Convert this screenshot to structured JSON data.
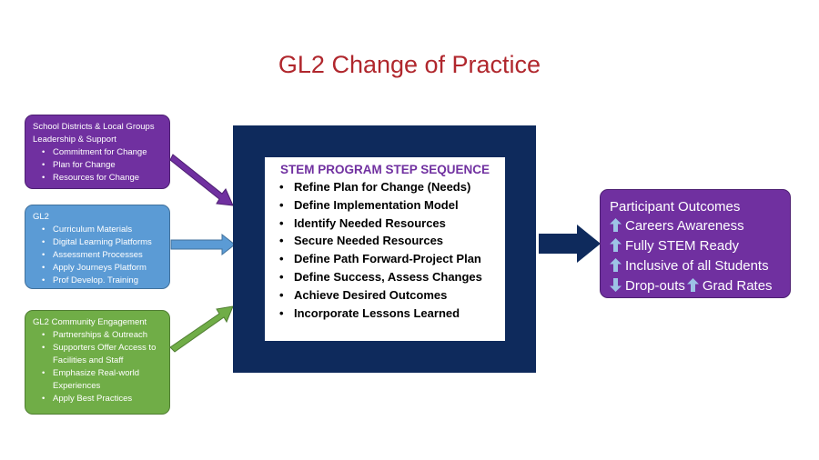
{
  "title": "GL2 Change of Practice",
  "leadership": {
    "heading": "School Districts & Local Groups Leadership & Support",
    "items": [
      "Commitment for Change",
      "Plan for Change",
      "Resources for Change"
    ]
  },
  "gl2": {
    "heading": "GL2",
    "items": [
      "Curriculum Materials",
      "Digital Learning Platforms",
      "Assessment Processes",
      "Apply Journeys Platform",
      "Prof Develop. Training"
    ]
  },
  "community": {
    "heading": "GL2 Community Engagement",
    "items": [
      "Partnerships & Outreach",
      "Supporters Offer Access to Facilities and Staff",
      "Emphasize Real-world Experiences",
      "Apply Best Practices"
    ]
  },
  "sequence": {
    "title": "STEM PROGRAM STEP SEQUENCE",
    "steps": [
      "Refine Plan for Change (Needs)",
      "Define Implementation Model",
      "Identify Needed Resources",
      "Secure Needed Resources",
      "Define Path Forward-Project Plan",
      "Define Success, Assess Changes",
      "Achieve Desired Outcomes",
      "Incorporate Lessons Learned"
    ]
  },
  "outcomes": {
    "heading": "Participant Outcomes",
    "rows": [
      {
        "pre": "",
        "icon": "up-arrow-icon",
        "text": "Careers Awareness"
      },
      {
        "pre": "",
        "icon": "up-arrow-icon",
        "text": "Fully STEM Ready"
      },
      {
        "pre": "",
        "icon": "up-arrow-icon",
        "text": "Inclusive of all Students"
      },
      {
        "pre": "down-arrow-icon",
        "text1": "Drop-outs",
        "icon": "up-arrow-icon",
        "text": "Grad Rates"
      }
    ]
  },
  "colors": {
    "title": "#b0272d",
    "leadership": "#7030a0",
    "gl2": "#5b9bd5",
    "community": "#70ad47",
    "frame": "#0e2a5c",
    "arrow_icon": "#9dc3e6"
  }
}
